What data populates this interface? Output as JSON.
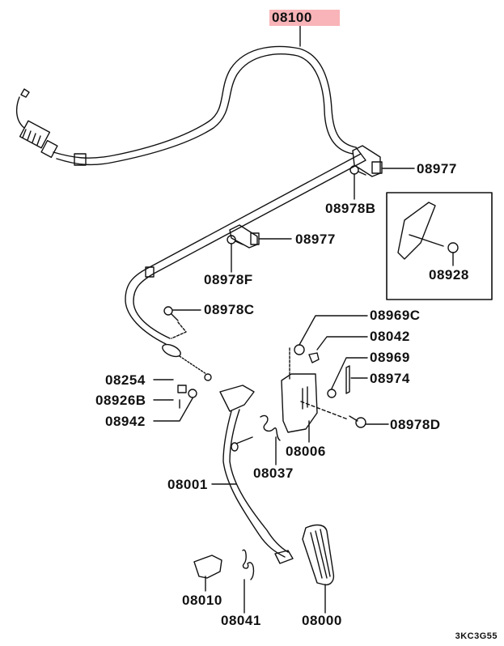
{
  "diagram": {
    "title": "Accelerator pedal and cable parts diagram",
    "highlighted_part": "08100",
    "highlight_color": "#f8b4b8",
    "figure_code": "3KC3G55",
    "parts": [
      {
        "id": "08100",
        "name": "accelerator-cable"
      },
      {
        "id": "08977",
        "name": "cable-clamp-upper"
      },
      {
        "id": "08978B",
        "name": "clamp-bolt-b"
      },
      {
        "id": "08977",
        "name": "cable-clamp-lower"
      },
      {
        "id": "08978F",
        "name": "clamp-bolt-f"
      },
      {
        "id": "08928",
        "name": "inset-clip"
      },
      {
        "id": "08978C",
        "name": "bracket-bolt-c"
      },
      {
        "id": "08969C",
        "name": "washer-c"
      },
      {
        "id": "08042",
        "name": "bushing"
      },
      {
        "id": "08969",
        "name": "washer"
      },
      {
        "id": "08974",
        "name": "cotter-pin"
      },
      {
        "id": "08254",
        "name": "pedal-stopper"
      },
      {
        "id": "08926B",
        "name": "stopper-bolt-b"
      },
      {
        "id": "08942",
        "name": "nut"
      },
      {
        "id": "08978D",
        "name": "bracket-bolt-d"
      },
      {
        "id": "08006",
        "name": "pedal-bracket"
      },
      {
        "id": "08037",
        "name": "return-spring"
      },
      {
        "id": "08001",
        "name": "pedal-arm"
      },
      {
        "id": "08010",
        "name": "pedal-pad-cover"
      },
      {
        "id": "08041",
        "name": "pedal-spring"
      },
      {
        "id": "08000",
        "name": "accelerator-pedal"
      }
    ]
  }
}
